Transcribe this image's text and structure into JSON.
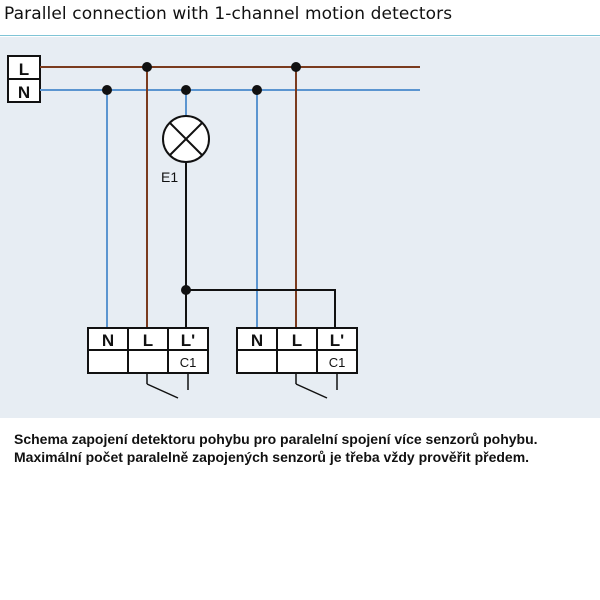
{
  "title": "Parallel connection with 1-channel motion detectors",
  "diagram": {
    "supply": {
      "L": "L",
      "N": "N"
    },
    "lamp": {
      "label": "E1"
    },
    "detectors": [
      {
        "terminals": [
          "N",
          "L",
          "L'"
        ],
        "contact": "C1"
      },
      {
        "terminals": [
          "N",
          "L",
          "L'"
        ],
        "contact": "C1"
      }
    ],
    "colors": {
      "L_wire": "#7a3b1e",
      "N_wire": "#5b95d0",
      "switched_wire": "#111111",
      "background": "#e7edf3"
    }
  },
  "caption": {
    "line1": "Schema zapojení detektoru pohybu pro paralelní spojení více senzorů pohybu.",
    "line2": "Maximální počet paralelně zapojených senzorů je třeba vždy prověřit předem."
  }
}
